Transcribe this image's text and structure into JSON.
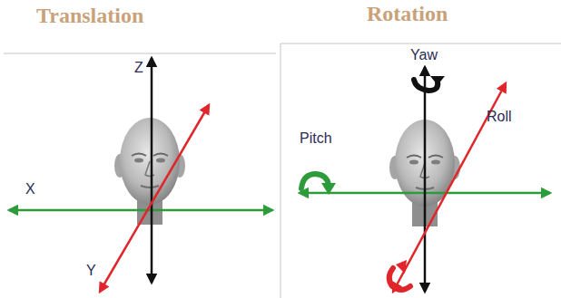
{
  "diagram": {
    "labels": [
      "Translation",
      "Rotation",
      "Z",
      "X",
      "Y",
      "Yaw",
      "Roll",
      "Pitch"
    ]
  }
}
